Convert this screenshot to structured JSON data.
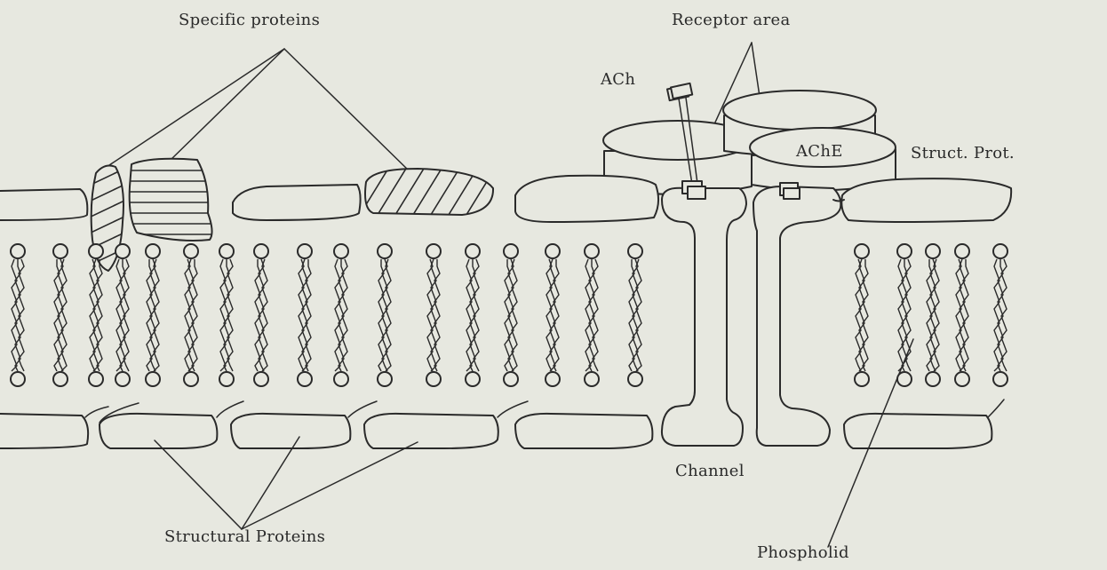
{
  "labels": {
    "specific_proteins": "Specific proteins",
    "receptor_area": "Receptor area",
    "ach": "ACh",
    "ache": "AChE",
    "struct_prot": "Struct. Prot.",
    "channel": "Channel",
    "structural_proteins": "Structural Proteins",
    "phospholid": "Phospholid"
  }
}
